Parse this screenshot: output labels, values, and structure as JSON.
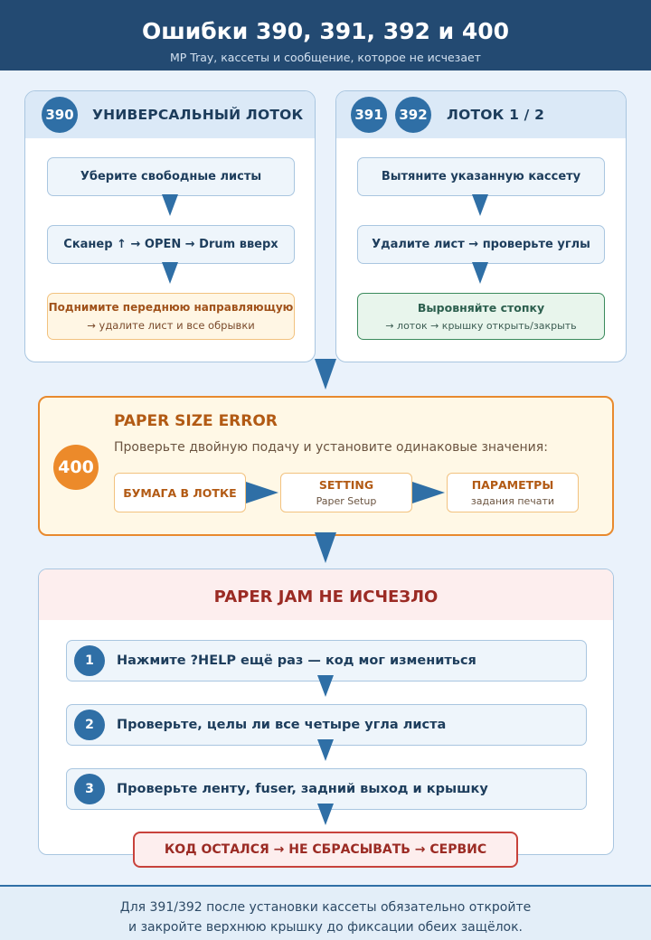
{
  "header": {
    "title": "Ошибки 390, 391, 392 и 400",
    "subtitle": "MP Tray, кассеты и сообщение, которое не исчезает"
  },
  "left_panel": {
    "badge": "390",
    "title": "УНИВЕРСАЛЬНЫЙ ЛОТОК",
    "steps": [
      "Уберите свободные листы",
      "Сканер ↑ → OPEN → Drum вверх"
    ],
    "final_title": "Поднимите переднюю направляющую",
    "final_sub": "→ удалите лист и все обрывки"
  },
  "right_panel": {
    "badges": [
      "391",
      "392"
    ],
    "title": "ЛОТОК 1 / 2",
    "steps": [
      "Вытяните указанную кассету",
      "Удалите лист → проверьте углы"
    ],
    "final_title": "Выровняйте стопку",
    "final_sub": "→ лоток → крышку открыть/закрыть"
  },
  "error400": {
    "badge": "400",
    "title": "PAPER SIZE ERROR",
    "description": "Проверьте двойную подачу и установите одинаковые значения:",
    "boxes": [
      {
        "title": "БУМАГА В ЛОТКЕ",
        "sub": ""
      },
      {
        "title": "SETTING",
        "sub": "Paper Setup"
      },
      {
        "title": "ПАРАМЕТРЫ",
        "sub": "задания печати"
      }
    ]
  },
  "jam": {
    "title": "PAPER JAM НЕ ИСЧЕЗЛО",
    "steps": [
      {
        "num": "1",
        "text": "Нажмите ?HELP ещё раз — код мог измениться"
      },
      {
        "num": "2",
        "text": "Проверьте, целы ли все четыре угла листа"
      },
      {
        "num": "3",
        "text": "Проверьте ленту, fuser, задний выход и крышку"
      }
    ],
    "final": "КОД ОСТАЛСЯ → НЕ СБРАСЫВАТЬ → СЕРВИС"
  },
  "footer": {
    "line1": "Для 391/392 после установки кассеты обязательно откройте",
    "line2": "и закройте верхнюю крышку до фиксации обеих защёлок."
  },
  "colors": {
    "header_bg": "#234a72",
    "accent_blue": "#2f6fa6",
    "accent_orange": "#ec8a2a",
    "accent_red": "#c8423b",
    "accent_green": "#3a8a5c"
  }
}
